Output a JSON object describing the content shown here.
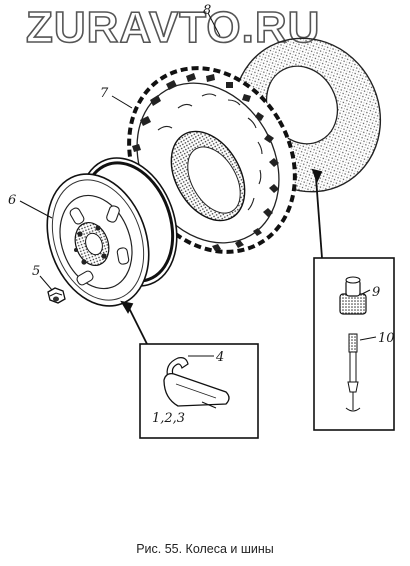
{
  "watermark": "ZURAVTO.RU",
  "caption": "Рис. 55. Колеса и шины",
  "labels": {
    "l8": "8",
    "l7": "7",
    "l6": "6",
    "l5": "5",
    "l4": "4",
    "l123": "1,2,3",
    "l9": "9",
    "l10": "10"
  }
}
